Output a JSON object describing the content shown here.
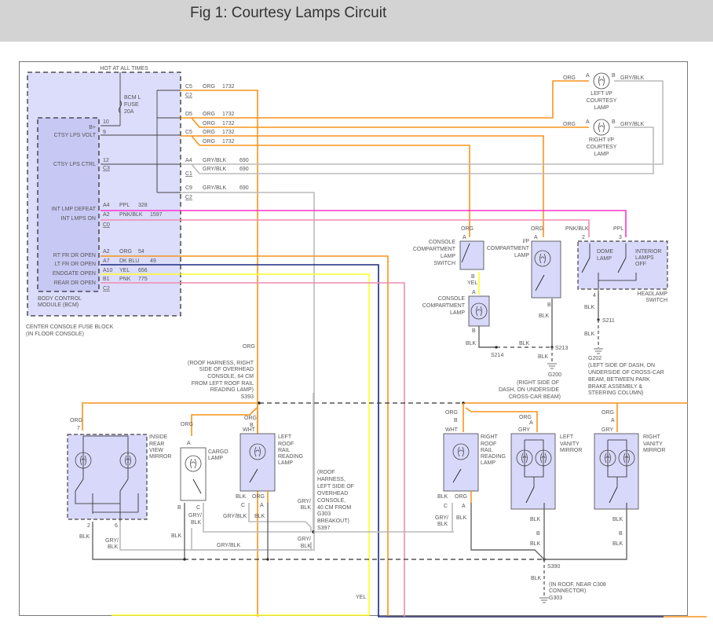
{
  "title": "Fig 1: Courtesy Lamps Circuit",
  "colors": {
    "orange": "#f7941d",
    "gray_black": "#bbbbbb",
    "black_wire": "#666666",
    "purple": "#ff33cc",
    "pink_black": "#f08cae",
    "pink": "#f08cae",
    "dark_blue": "#1a2a80",
    "yellow": "#ffff22",
    "component_fill": "#d8d8fa",
    "module_fill": "#c8c8f4"
  },
  "fuse_block": {
    "hot_label": "HOT AT ALL TIMES",
    "fuse_label_1": "BCM L",
    "fuse_label_2": "FUSE",
    "fuse_label_3": "20A",
    "name_1": "CENTER CONSOLE FUSE BLOCK",
    "name_2": "(IN FLOOR CONSOLE)"
  },
  "bcm": {
    "name_1": "BODY CONTROL",
    "name_2": "MODULE (BCM)",
    "pins": [
      {
        "label": "B+",
        "pin": "10"
      },
      {
        "label": "CTSY LPS VOLT",
        "pin": "9"
      },
      {
        "label": "CTSY LPS CTRL",
        "pin": "12",
        "connector": "C3"
      },
      {
        "label": "INT LMP DEFEAT",
        "pin": "A4"
      },
      {
        "label": "INT LMPS ON",
        "pin": "A2",
        "connector": "C0"
      },
      {
        "label": "RT FR DR OPEN",
        "pin": "A2"
      },
      {
        "label": "LT FR DR OPEN",
        "pin": "A7"
      },
      {
        "label": "ENDGATE OPEN",
        "pin": "A10"
      },
      {
        "label": "REAR DR OPEN",
        "pin": "B1",
        "connector": "C2"
      }
    ]
  },
  "outputs": [
    {
      "pin": "C5",
      "connector": "C2",
      "color": "ORG",
      "circuit": "1732"
    },
    {
      "pin": "D5",
      "color": "ORG",
      "circuit": "1732"
    },
    {
      "pin": "",
      "color": "ORG",
      "circuit": "1732"
    },
    {
      "pin": "C5",
      "color": "ORG",
      "circuit": "1732"
    },
    {
      "pin": "",
      "color": "ORG",
      "circuit": "1732"
    },
    {
      "pin": "A4",
      "color": "GRY/BLK",
      "circuit": "690"
    },
    {
      "pin": "",
      "connector": "C1",
      "color": "GRY/BLK",
      "circuit": "690"
    },
    {
      "pin": "C9",
      "connector": "C2",
      "color": "GRY/BLK",
      "circuit": "690"
    },
    {
      "pin": "A4",
      "color": "PPL",
      "circuit": "328"
    },
    {
      "pin": "A2",
      "color": "PNK/BLK",
      "circuit": "1597"
    },
    {
      "pin": "A2",
      "color": "ORG",
      "circuit": "54"
    },
    {
      "pin": "A7",
      "color": "DK BLU",
      "circuit": "49"
    },
    {
      "pin": "A10",
      "color": "YEL",
      "circuit": "656"
    },
    {
      "pin": "B1",
      "color": "PNK",
      "circuit": "775"
    }
  ],
  "ip_lamps": {
    "left": {
      "name_1": "LEFT I/P",
      "name_2": "COURTESY",
      "name_3": "LAMP",
      "in_wire": "ORG",
      "out_wire": "GRY/BLK",
      "pin_a": "A",
      "pin_b": "B"
    },
    "right": {
      "name_1": "RIGHT I/P",
      "name_2": "COURTESY",
      "name_3": "LAMP",
      "in_wire": "ORG",
      "out_wire": "GRY/BLK",
      "pin_a": "A",
      "pin_b": "B"
    }
  },
  "console_switch": {
    "name_1": "CONSOLE",
    "name_2": "COMPARTMENT",
    "name_3": "LAMP",
    "name_4": "SWITCH",
    "in_wire": "ORG",
    "pin_a": "A",
    "pin_b": "B",
    "link_wire": "YEL"
  },
  "console_lamp": {
    "name_1": "CONSOLE",
    "name_2": "COMPARTMENT",
    "name_3": "LAMP",
    "pin_a": "A",
    "pin_b": "B",
    "out_wire": "BLK"
  },
  "ip_compartment": {
    "name_1": "I/P",
    "name_2": "COMPARTMENT",
    "name_3": "LAMP",
    "in_wire": "ORG",
    "pin_a": "A",
    "pin_b": "B",
    "out_wire": "BLK"
  },
  "splices_g200": {
    "s214": "S214",
    "s213": "S213",
    "blk_1": "BLK",
    "blk_2": "BLK",
    "ground": "G200",
    "loc_1": "(RIGHT SIDE OF",
    "loc_2": "DASH, ON UNDERSIDE",
    "loc_3": "CROSS-CAR BEAM)"
  },
  "headlamp_switch": {
    "in_wire_1": "PNK/BLK",
    "in_wire_2": "PPL",
    "pin_2": "2",
    "pin_3": "3",
    "pin_4": "4",
    "dome_1": "DOME",
    "dome_2": "LAMP",
    "off_1": "INTERIOR",
    "off_2": "LAMPS",
    "off_3": "OFF",
    "name_1": "HEADLAMP",
    "name_2": "SWITCH",
    "blk_1": "BLK",
    "blk_2": "BLK",
    "splice": "S211",
    "ground": "G202",
    "loc_1": "(LEFT SIDE OF DASH, ON",
    "loc_2": "UNDERSIDE OF CROSS-CAR",
    "loc_3": "BEAM, BETWEEN PARK",
    "loc_4": "BRAKE ASSEMBLY &",
    "loc_5": "STEERING COLUMN)"
  },
  "s393": {
    "wire": "ORG",
    "loc_1": "(ROOF HARNESS, RIGHT",
    "loc_2": "SIDE OF OVERHEAD",
    "loc_3": "CONSOLE, 64 CM",
    "loc_4": "FROM LEFT ROOF RAIL",
    "loc_5": "READING LAMP)",
    "splice": "S393"
  },
  "mirror": {
    "name_1": "INSIDE",
    "name_2": "REAR",
    "name_3": "VIEW",
    "name_4": "MIRROR",
    "in_wire": "ORG",
    "pin_7": "7",
    "pin_2": "2",
    "pin_6": "6",
    "out_1": "BLK",
    "out_2a": "GRY/",
    "out_2b": "BLK"
  },
  "cargo": {
    "name_1": "CARGO",
    "name_2": "LAMP",
    "in_wire": "ORG",
    "pin_a": "A",
    "pin_b": "B",
    "pin_c": "C",
    "out_b": "BLK",
    "out_c1": "GRY/",
    "out_c2": "BLK"
  },
  "left_reading": {
    "name_1": "LEFT",
    "name_2": "ROOF",
    "name_3": "RAIL",
    "name_4": "READING",
    "name_5": "LAMP",
    "in_wire": "ORG",
    "pin_b": "B",
    "wht": "WHT",
    "blk": "BLK",
    "org": "ORG",
    "pin_c": "C",
    "pin_a": "A",
    "out_c": "GRY/BLK",
    "out_a": "BLK"
  },
  "s397": {
    "wire_1": "GRY/",
    "wire_2": "BLK",
    "loc_1": "(ROOF",
    "loc_2": "HARNESS,",
    "loc_3": "LEFT SIDE OF",
    "loc_4": "OVERHEAD",
    "loc_5": "CONSOLE,",
    "loc_6": "40 CM FROM",
    "loc_7": "G303",
    "loc_8": "BREAKOUT)",
    "splice": "S397",
    "wire_3": "GRY/",
    "wire_4": "BLK",
    "bottom_wire": "GRY/BLK"
  },
  "right_reading": {
    "name_1": "RIGHT",
    "name_2": "ROOF",
    "name_3": "RAIL",
    "name_4": "READING",
    "name_5": "LAMP",
    "in_wire": "ORG",
    "pin_b": "B",
    "wht": "WHT",
    "blk": "BLK",
    "org": "ORG",
    "pin_c": "C",
    "pin_a": "A",
    "out_c1": "GRY/",
    "out_c2": "BLK",
    "out_a": "BLK"
  },
  "left_vanity": {
    "name_1": "LEFT",
    "name_2": "VANITY",
    "name_3": "MIRROR",
    "in_wire": "ORG",
    "pin_a": "A",
    "gry": "GRY",
    "blk_1": "BLK",
    "pin_b": "B",
    "blk_2": "BLK"
  },
  "right_vanity": {
    "name_1": "RIGHT",
    "name_2": "VANITY",
    "name_3": "MIRROR",
    "in_wire": "ORG",
    "pin_a": "A",
    "gry": "GRY",
    "blk_1": "BLK",
    "pin_b": "B",
    "blk_2": "BLK"
  },
  "g303": {
    "splice": "S390",
    "blk": "BLK",
    "loc_1": "(IN ROOF, NEAR C308",
    "loc_2": "CONNECTOR)",
    "ground": "G303"
  },
  "bottom": {
    "yel": "YEL"
  }
}
